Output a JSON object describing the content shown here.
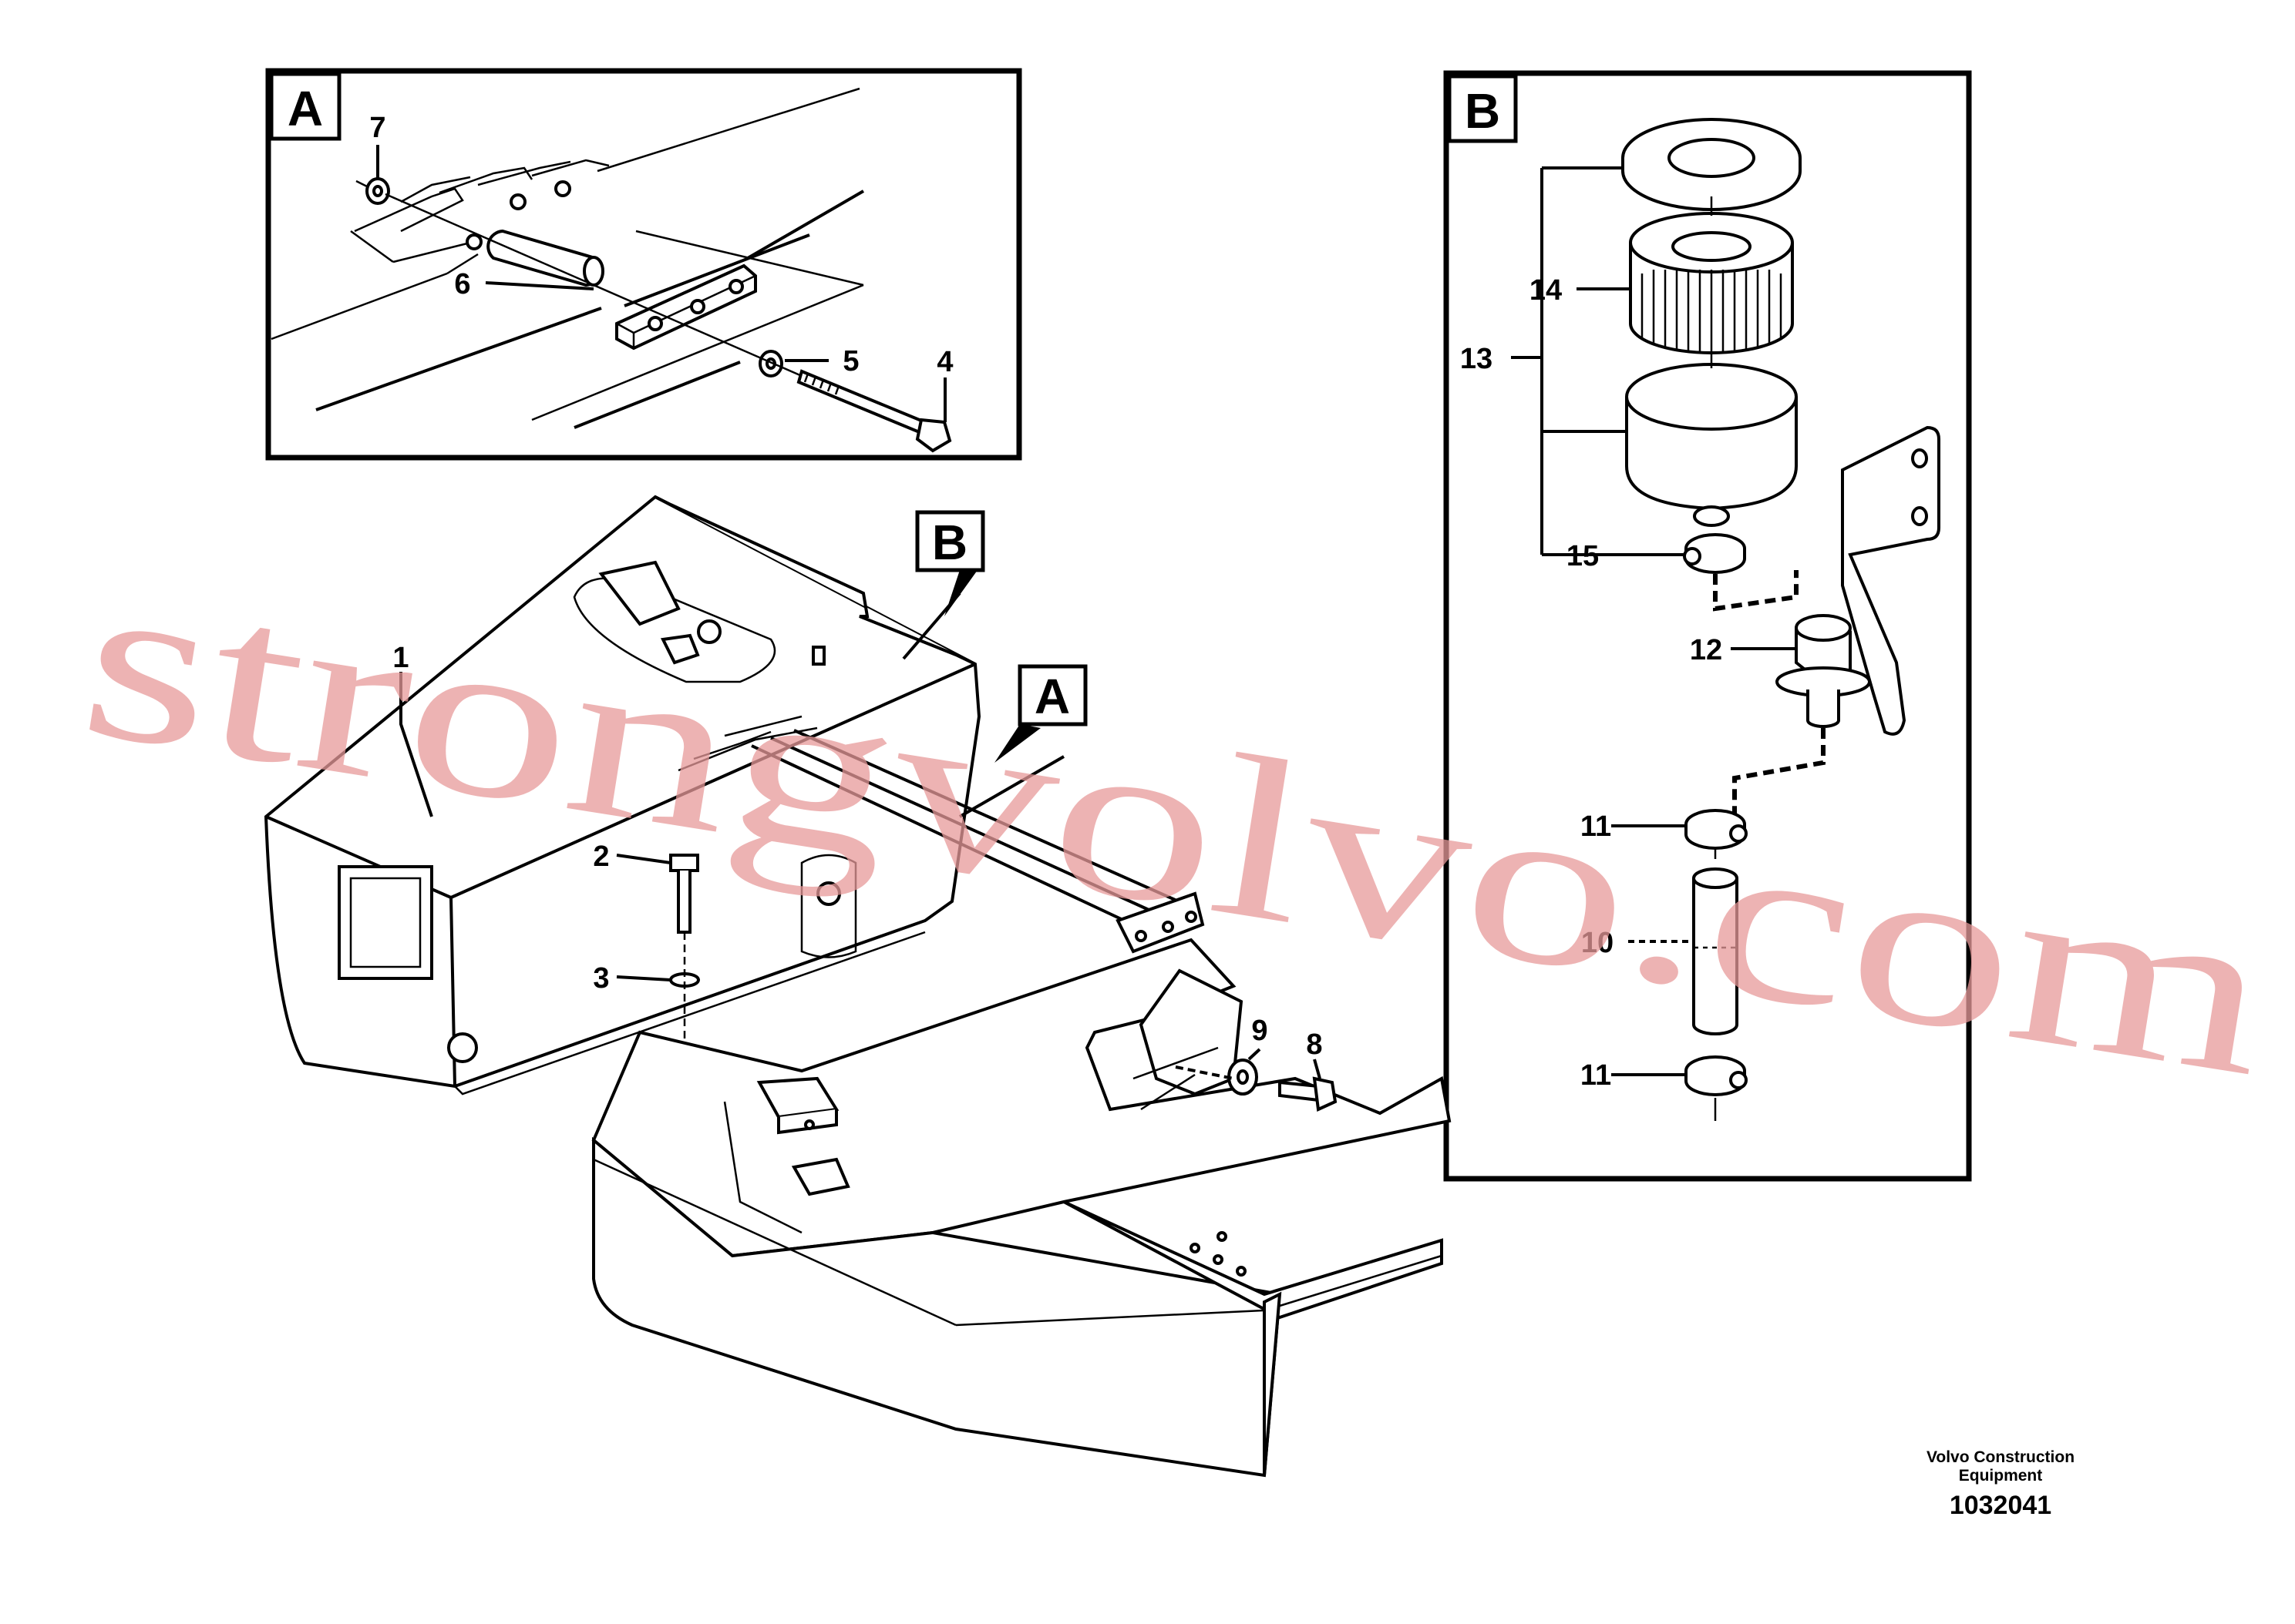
{
  "detail_boxes": {
    "a": {
      "label": "A"
    },
    "b": {
      "label": "B"
    }
  },
  "pointer_labels": {
    "a": "A",
    "b": "B"
  },
  "callouts": {
    "p1": "1",
    "p2": "2",
    "p3": "3",
    "p4": "4",
    "p5": "5",
    "p6": "6",
    "p7": "7",
    "p8": "8",
    "p9": "9",
    "p10": "10",
    "p11a": "11",
    "p11b": "11",
    "p12": "12",
    "p13": "13",
    "p14": "14",
    "p15": "15"
  },
  "watermark": "strongvolvo.com",
  "credit": {
    "line1": "Volvo Construction",
    "line2": "Equipment",
    "drawing_number": "1032041"
  }
}
